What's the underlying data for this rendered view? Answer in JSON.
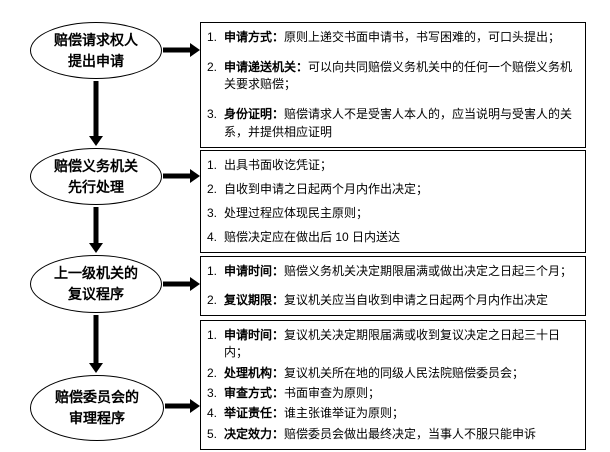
{
  "flowchart": {
    "stages": [
      {
        "node": {
          "lines": [
            "赔偿请求权人",
            "提出申请"
          ]
        },
        "items": [
          {
            "num": "1.",
            "label": "申请方式：",
            "text": "原则上递交书面申请书，书写困难的，可口头提出；"
          },
          {
            "num": "2.",
            "label": "申请递送机关：",
            "text": "可以向共同赔偿义务机关中的任何一个赔偿义务机关要求赔偿；"
          },
          {
            "num": "3.",
            "label": "身份证明：",
            "text": "赔偿请求人不是受害人本人的，应当说明与受害人的关系，并提供相应证明"
          }
        ]
      },
      {
        "node": {
          "lines": [
            "赔偿义务机关",
            "先行处理"
          ]
        },
        "items": [
          {
            "num": "1.",
            "label": "",
            "text": "出具书面收讫凭证；"
          },
          {
            "num": "2.",
            "label": "",
            "text": "自收到申请之日起两个月内作出决定；"
          },
          {
            "num": "3.",
            "label": "",
            "text": "处理过程应体现民主原则；"
          },
          {
            "num": "4.",
            "label": "",
            "text": "赔偿决定应在做出后 10 日内送达"
          }
        ]
      },
      {
        "node": {
          "lines": [
            "上一级机关的",
            "复议程序"
          ]
        },
        "items": [
          {
            "num": "1.",
            "label": "申请时间：",
            "text": "赔偿义务机关决定期限届满或做出决定之日起三个月；"
          },
          {
            "num": "2.",
            "label": "复议期限：",
            "text": "复议机关应当自收到申请之日起两个月内作出决定"
          }
        ]
      },
      {
        "node": {
          "lines": [
            "赔偿委员会的",
            "审理程序"
          ]
        },
        "items": [
          {
            "num": "1.",
            "label": "申请时间：",
            "text": "复议机关决定期限届满或收到复议决定之日起三十日内；"
          },
          {
            "num": "2.",
            "label": "处理机构：",
            "text": "复议机关所在地的同级人民法院赔偿委员会；"
          },
          {
            "num": "3.",
            "label": "审查方式：",
            "text": "书面审查为原则；"
          },
          {
            "num": "4.",
            "label": "举证责任：",
            "text": "谁主张谁举证为原则；"
          },
          {
            "num": "5.",
            "label": "决定效力：",
            "text": "赔偿委员会做出最终决定，当事人不服只能申诉"
          }
        ]
      }
    ]
  }
}
